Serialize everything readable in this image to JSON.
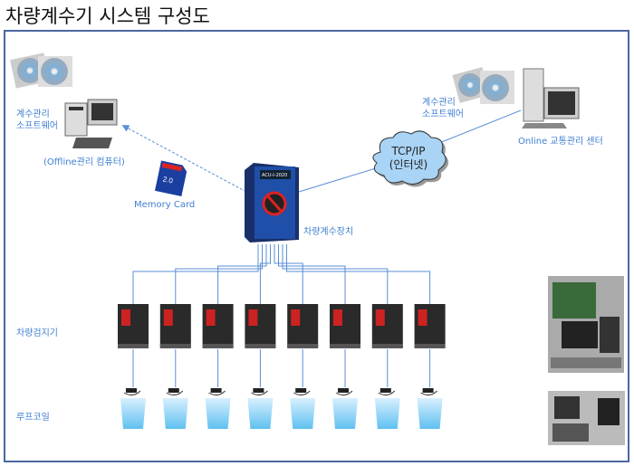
{
  "title": "차량계수기 시스템 구성도",
  "offline": {
    "software_line1": "계수관리",
    "software_line2": "소프트웨어",
    "computer_label": "(Offline관리 컴퓨터)"
  },
  "memory_card": {
    "label": "Memory Card",
    "card_text": "2.0"
  },
  "controller": {
    "label": "차량계수장치",
    "model": "ACU-I-2020"
  },
  "network": {
    "line1": "TCP/IP",
    "line2": "(인터넷)"
  },
  "online": {
    "software_line1": "계수관리",
    "software_line2": "소프트웨어",
    "center_label": "Online 교통관리 센터"
  },
  "detector_label": "차량검지기",
  "loop_label": "루프코일",
  "detector_count": 8,
  "colors": {
    "frame": "#4a679f",
    "label": "#3f7fd0",
    "line": "#5b8fd6"
  }
}
